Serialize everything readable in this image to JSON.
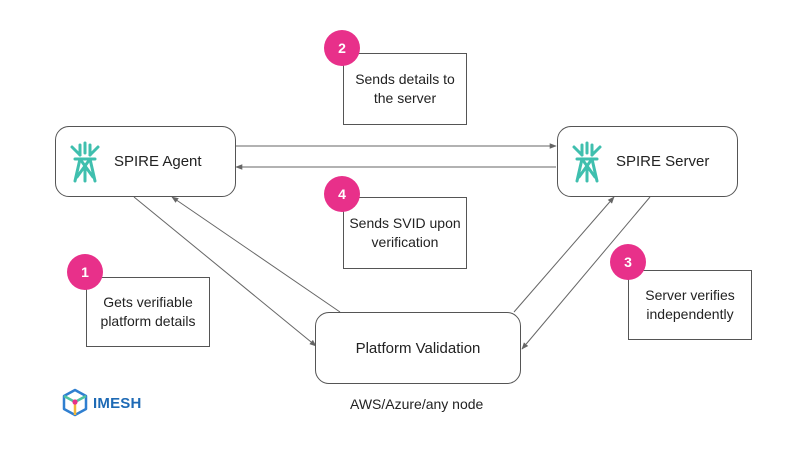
{
  "colors": {
    "badge": "#e8308a",
    "spire_icon": "#3fbfae",
    "arrow": "#666666",
    "logo_text": "#1e6ab5",
    "logo_icon": [
      "#4fc3a1",
      "#2f7fd0",
      "#f2b73a",
      "#e8308a"
    ]
  },
  "nodes": {
    "agent": {
      "label": "SPIRE Agent",
      "icon": "spire-tower-icon"
    },
    "server": {
      "label": "SPIRE Server",
      "icon": "spire-tower-icon"
    },
    "validation": {
      "label": "Platform Validation"
    }
  },
  "validation_caption": "AWS/Azure/any node",
  "steps": [
    {
      "number": "1",
      "lines": [
        "Gets verifiable",
        "platform details"
      ]
    },
    {
      "number": "2",
      "lines": [
        "Sends details to",
        "the server"
      ]
    },
    {
      "number": "3",
      "lines": [
        "Server verifies",
        "independently"
      ]
    },
    {
      "number": "4",
      "lines": [
        "Sends SVID upon",
        "verification"
      ]
    }
  ],
  "logo": {
    "text": "IMESH",
    "icon": "imesh-cube-icon"
  }
}
